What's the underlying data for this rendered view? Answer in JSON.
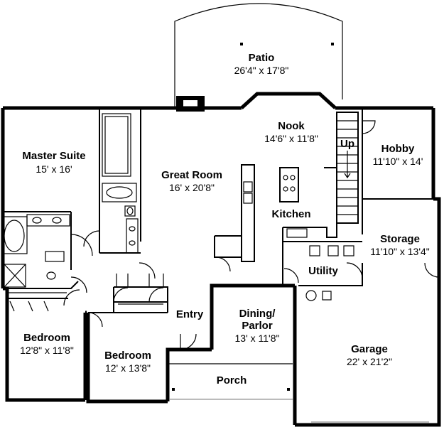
{
  "rooms": {
    "patio": {
      "name": "Patio",
      "dim": "26'4\" x 17'8\""
    },
    "nook": {
      "name": "Nook",
      "dim": "14'6\" x 11'8\""
    },
    "hobby": {
      "name": "Hobby",
      "dim": "11'10\" x 14'"
    },
    "master_suite": {
      "name": "Master Suite",
      "dim": "15' x 16'"
    },
    "great_room": {
      "name": "Great Room",
      "dim": "16' x 20'8\""
    },
    "kitchen": {
      "name": "Kitchen"
    },
    "storage": {
      "name": "Storage",
      "dim": "11'10\" x 13'4\""
    },
    "utility": {
      "name": "Utility"
    },
    "entry": {
      "name": "Entry"
    },
    "dining": {
      "name": "Dining/",
      "name2": "Parlor",
      "dim": "13' x 11'8\""
    },
    "bedroom1": {
      "name": "Bedroom",
      "dim": "12'8\" x 11'8\""
    },
    "bedroom2": {
      "name": "Bedroom",
      "dim": "12' x 13'8\""
    },
    "garage": {
      "name": "Garage",
      "dim": "22' x 21'2\""
    },
    "porch": {
      "name": "Porch"
    }
  },
  "stair_label": "Up"
}
